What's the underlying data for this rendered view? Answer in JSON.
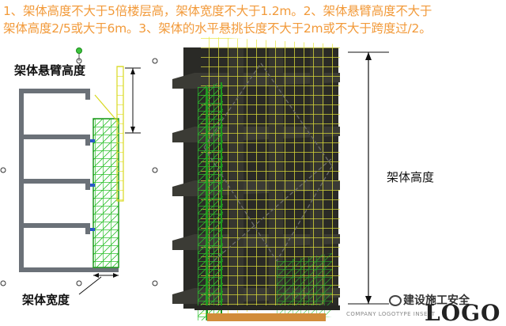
{
  "caption": {
    "line1": "1、架体高度不大于5倍楼层高，架体宽度不大于1.2m。2、架体悬臂高度不大于",
    "line2": "架体高度2/5或大于6m。3、架体的水平悬挑长度不大于2m或不大于跨度过/2。"
  },
  "labels": {
    "cantilever_height": "架体悬臂高度",
    "frame_width": "架体宽度",
    "frame_height": "架体高度"
  },
  "footer": {
    "company_logo_text": "COMPANY LOGOTYPE INSERT",
    "watermark": "建设施工安全",
    "logo": "LOGO"
  },
  "colors": {
    "caption": "#f29a3a",
    "scaffold_green": "#28c428",
    "scaffold_yellow": "#e8e840",
    "concrete": "#2a2a26",
    "slab_gray": "#6b7178"
  }
}
